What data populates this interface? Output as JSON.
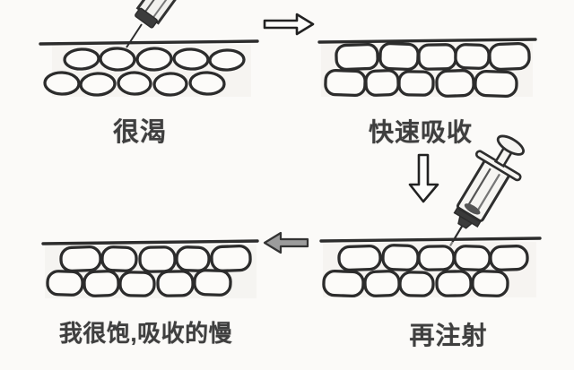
{
  "diagram": {
    "title_hint": "hand-drawn skin/fat-cell injection absorption diagram",
    "style": {
      "background": "#fbfaf8",
      "ink": "#2c2c2c",
      "text_color": "#3f3f3f",
      "arrow_outline_fill": "#fdfdfc",
      "arrow_gray_fill": "#9c9c9c"
    },
    "panels": [
      {
        "id": "thirsty",
        "label": "很渴",
        "cell_rows": [
          5,
          5
        ],
        "has_syringe": true
      },
      {
        "id": "fast",
        "label": "快速吸收",
        "cell_rows": [
          5,
          5
        ],
        "has_syringe": false
      },
      {
        "id": "reinject",
        "label": "再注射",
        "cell_rows": [
          5,
          5
        ],
        "has_syringe": true
      },
      {
        "id": "full",
        "label": "我很饱,吸收的慢",
        "cell_rows": [
          5,
          5
        ],
        "has_syringe": false
      }
    ],
    "arrows": [
      {
        "direction": "right",
        "style": "outline"
      },
      {
        "direction": "down",
        "style": "outline"
      },
      {
        "direction": "left",
        "style": "gray-filled"
      }
    ]
  }
}
